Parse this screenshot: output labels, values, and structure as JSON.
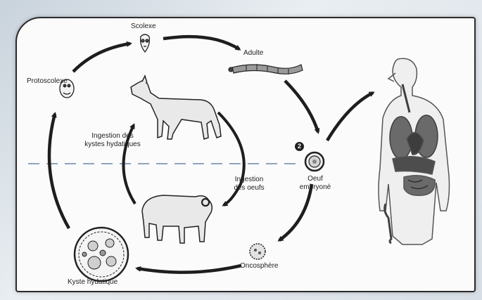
{
  "labels": {
    "scolex": "Scolexe",
    "adult": "Adulte",
    "protoscolex": "Protoscolexe",
    "ingestion_cysts_line1": "Ingestion des",
    "ingestion_cysts_line2": "kystes hydatiques",
    "ingestion_eggs_line1": "Ingestion",
    "ingestion_eggs_line2": "des oeufs",
    "egg_line1": "Oeuf",
    "egg_line2": "embryoné",
    "oncosphere": "Oncosphère",
    "hydatid_cyst": "Kyste hydatique",
    "step_number": "2"
  },
  "icons": [
    "scolex-icon",
    "adult-worm-icon",
    "protoscolex-icon",
    "dog-icon",
    "sheep-icon",
    "egg-icon",
    "oncosphere-icon",
    "hydatid-cyst-icon",
    "human-body-icon"
  ],
  "colors": {
    "ink": "#222222",
    "arrow": "#1e1e1e",
    "dashed_line": "#8fa3bd",
    "silhouette_fill": "#e9e9e9",
    "organ_fill": "#6a6a6a",
    "organ_dark": "#3d3d3d"
  }
}
